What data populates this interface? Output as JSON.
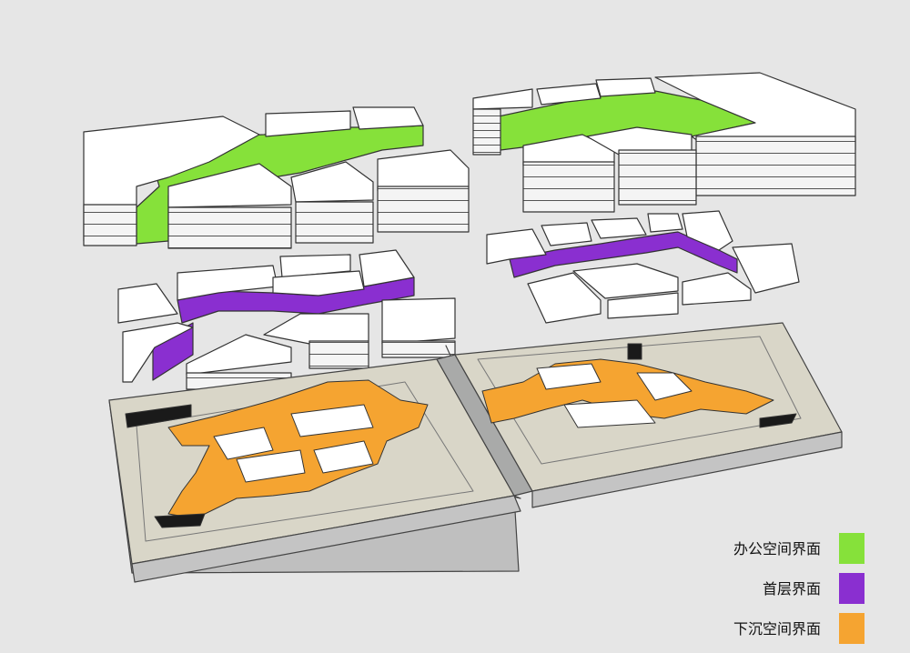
{
  "legend": [
    {
      "label": "办公空间界面",
      "color": "#86e13a"
    },
    {
      "label": "首层界面",
      "color": "#8a2fd0"
    },
    {
      "label": "下沉空间界面",
      "color": "#f5a431"
    }
  ],
  "colors": {
    "office": "#86e13a",
    "ground": "#8a2fd0",
    "sunken": "#f5a431",
    "building_top": "#ffffff",
    "building_side": "#f0f0f0",
    "base": "#d9d6c8",
    "base_side": "#bfbfbf",
    "divider": "#a9aaa9"
  }
}
